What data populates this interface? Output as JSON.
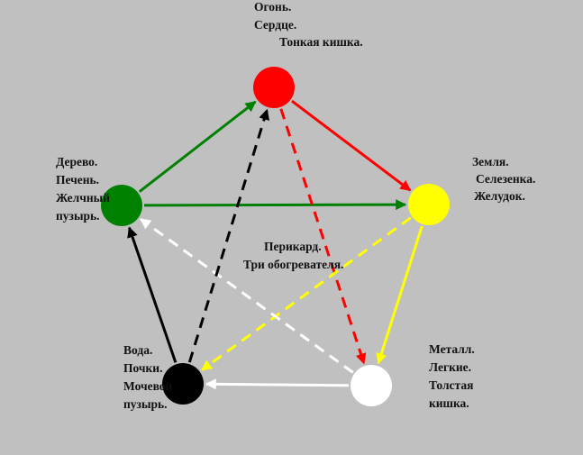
{
  "elements": {
    "fire": {
      "lines": [
        "Огонь.",
        "Сердце.",
        "Тонкая кишка."
      ],
      "color": "#ff0000"
    },
    "earth": {
      "lines": [
        "Земля.",
        "Селезенка.",
        "Желудок."
      ],
      "color": "#ffff00"
    },
    "metal": {
      "lines": [
        "Металл.",
        "Легкие.",
        "Толстая",
        "кишка."
      ],
      "color": "#ffffff"
    },
    "water": {
      "lines": [
        "Вода.",
        "Почки.",
        "Мочевой",
        "пузырь."
      ],
      "color": "#000000"
    },
    "wood": {
      "lines": [
        "Дерево.",
        "Печень.",
        "Желчный",
        "пузырь."
      ],
      "color": "#008000"
    }
  },
  "center_label": {
    "lines": [
      "Перикард.",
      "Три обогревателя."
    ]
  },
  "background_color": "#c0c0c0",
  "generating_cycle": [
    {
      "from": "fire",
      "to": "earth",
      "color": "#ff0000"
    },
    {
      "from": "earth",
      "to": "metal",
      "color": "#ffff00"
    },
    {
      "from": "metal",
      "to": "water",
      "color": "#ffffff"
    },
    {
      "from": "water",
      "to": "wood",
      "color": "#000000"
    },
    {
      "from": "wood",
      "to": "fire",
      "color": "#008000"
    },
    {
      "from": "wood",
      "to": "earth",
      "color": "#008000"
    }
  ],
  "controlling_cycle": [
    {
      "from": "fire",
      "to": "metal",
      "color": "#ff0000"
    },
    {
      "from": "earth",
      "to": "water",
      "color": "#ffff00"
    },
    {
      "from": "metal",
      "to": "wood",
      "color": "#ffffff"
    },
    {
      "from": "water",
      "to": "fire",
      "color": "#000000"
    }
  ]
}
